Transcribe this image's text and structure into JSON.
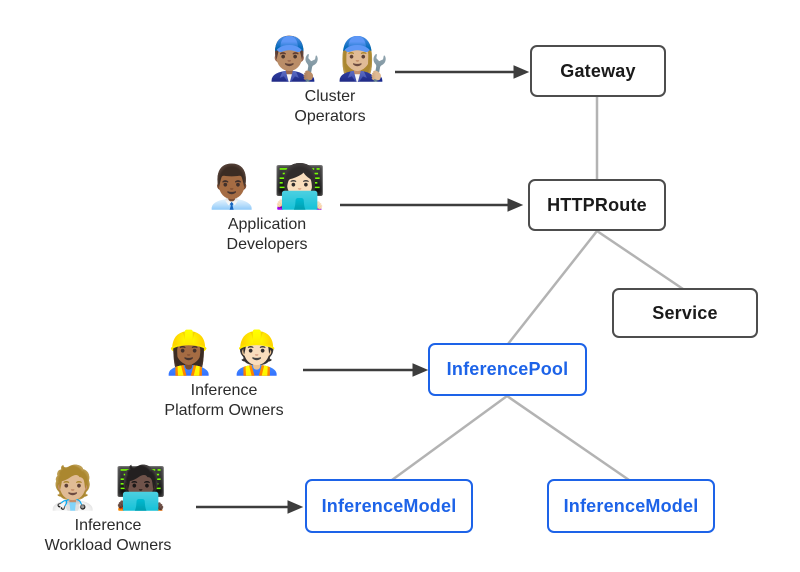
{
  "colors": {
    "background": "#ffffff",
    "blue": "#1d63e8",
    "dark_border": "#4d4d4d",
    "node_text": "#1a1a1a",
    "line_gray": "#b3b3b3",
    "arrow": "#3d3d3d",
    "label_text": "#2b2b2b"
  },
  "actors": [
    {
      "id": "cluster-operators",
      "emojis": "👨🏽‍🔧 👩🏼‍🔧",
      "lines": [
        "Cluster",
        "Operators"
      ]
    },
    {
      "id": "application-developers",
      "emojis": "👨🏾‍💼 👩🏻‍💻",
      "lines": [
        "Application",
        "Developers"
      ]
    },
    {
      "id": "inference-platform-owners",
      "emojis": "👷🏾‍♀️ 👷🏻",
      "lines": [
        "Inference",
        "Platform Owners"
      ]
    },
    {
      "id": "inference-workload-owners",
      "emojis": "🧑🏼‍⚕️ 🧑🏿‍💻",
      "lines": [
        "Inference",
        "Workload Owners"
      ]
    }
  ],
  "nodes": {
    "gateway": {
      "label": "Gateway",
      "style": "dark"
    },
    "httproute": {
      "label": "HTTPRoute",
      "style": "dark"
    },
    "service": {
      "label": "Service",
      "style": "dark"
    },
    "inference_pool": {
      "label": "InferencePool",
      "style": "blue"
    },
    "inference_model_left": {
      "label": "InferenceModel",
      "style": "blue"
    },
    "inference_model_right": {
      "label": "InferenceModel",
      "style": "blue"
    }
  },
  "edges": [
    {
      "from": "Cluster Operators",
      "to": "Gateway",
      "type": "arrow"
    },
    {
      "from": "Application Developers",
      "to": "HTTPRoute",
      "type": "arrow"
    },
    {
      "from": "Inference Platform Owners",
      "to": "InferencePool",
      "type": "arrow"
    },
    {
      "from": "Inference Workload Owners",
      "to": "InferenceModel",
      "type": "arrow"
    },
    {
      "from": "Gateway",
      "to": "HTTPRoute",
      "type": "line"
    },
    {
      "from": "HTTPRoute",
      "to": "Service",
      "type": "line"
    },
    {
      "from": "HTTPRoute",
      "to": "InferencePool",
      "type": "line"
    },
    {
      "from": "InferencePool",
      "to": "InferenceModel-left",
      "type": "line"
    },
    {
      "from": "InferencePool",
      "to": "InferenceModel-right",
      "type": "line"
    }
  ]
}
